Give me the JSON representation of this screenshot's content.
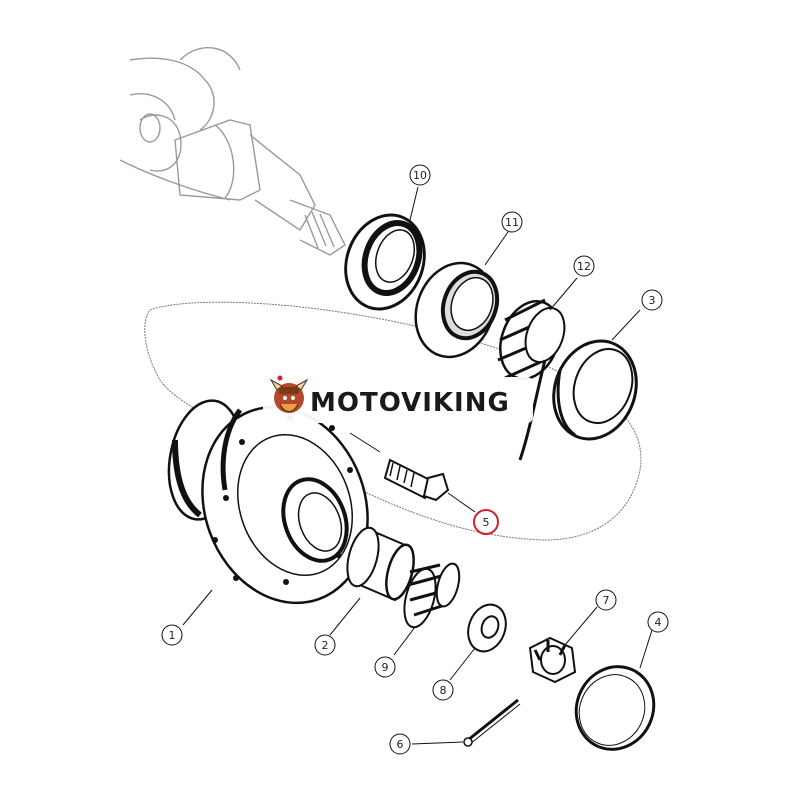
{
  "diagram": {
    "kind": "exploded parts diagram",
    "subject": "wheel hub assembly",
    "watermark": {
      "brand": "MOTOVIKING"
    },
    "highlight_color": "#d0202a",
    "callouts": [
      {
        "id": "1",
        "label": "1"
      },
      {
        "id": "2",
        "label": "2"
      },
      {
        "id": "3",
        "label": "3"
      },
      {
        "id": "4",
        "label": "4"
      },
      {
        "id": "5",
        "label": "5",
        "highlighted": true
      },
      {
        "id": "6",
        "label": "6"
      },
      {
        "id": "7",
        "label": "7"
      },
      {
        "id": "8",
        "label": "8"
      },
      {
        "id": "9",
        "label": "9"
      },
      {
        "id": "10",
        "label": "10"
      },
      {
        "id": "11",
        "label": "11"
      },
      {
        "id": "12",
        "label": "12"
      }
    ]
  }
}
